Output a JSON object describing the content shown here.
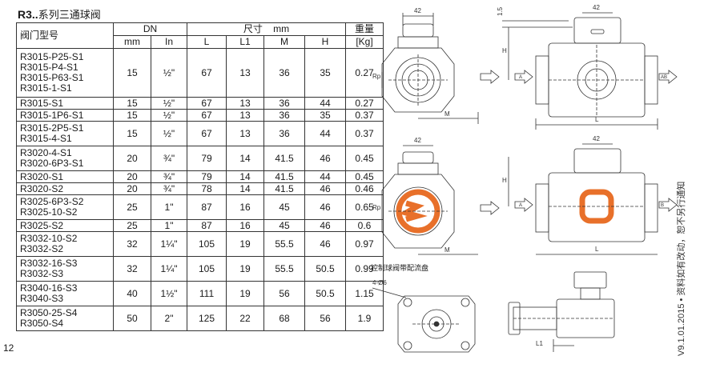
{
  "title": {
    "code": "R3..",
    "text": "系列三通球阀"
  },
  "page_number": "12",
  "side_note": "V9.1.01.2015 • 资料如有改动，恕不另行通知",
  "table": {
    "headers": {
      "model": "阀门型号",
      "dn": "DN",
      "size": "尺寸",
      "unit": "mm",
      "weight": "重量",
      "mm": "mm",
      "in": "In",
      "L": "L",
      "L1": "L1",
      "M": "M",
      "H": "H",
      "kg": "[Kg]"
    },
    "rows": [
      {
        "models": [
          "R3015-P25-S1",
          "R3015-P4-S1",
          "R3015-P63-S1",
          "R3015-1-S1"
        ],
        "mm": "15",
        "in": "½\"",
        "L": "67",
        "L1": "13",
        "M": "36",
        "H": "35",
        "kg": "0.27"
      },
      {
        "models": [
          "R3015-S1"
        ],
        "mm": "15",
        "in": "½\"",
        "L": "67",
        "L1": "13",
        "M": "36",
        "H": "44",
        "kg": "0.27"
      },
      {
        "models": [
          "R3015-1P6-S1"
        ],
        "mm": "15",
        "in": "½\"",
        "L": "67",
        "L1": "13",
        "M": "36",
        "H": "35",
        "kg": "0.37"
      },
      {
        "models": [
          "R3015-2P5-S1",
          "R3015-4-S1"
        ],
        "mm": "15",
        "in": "½\"",
        "L": "67",
        "L1": "13",
        "M": "36",
        "H": "44",
        "kg": "0.37"
      },
      {
        "models": [
          "R3020-4-S1",
          "R3020-6P3-S1"
        ],
        "mm": "20",
        "in": "¾\"",
        "L": "79",
        "L1": "14",
        "M": "41.5",
        "H": "46",
        "kg": "0.45"
      },
      {
        "models": [
          "R3020-S1"
        ],
        "mm": "20",
        "in": "¾\"",
        "L": "79",
        "L1": "14",
        "M": "41.5",
        "H": "44",
        "kg": "0.45"
      },
      {
        "models": [
          "R3020-S2"
        ],
        "mm": "20",
        "in": "¾\"",
        "L": "78",
        "L1": "14",
        "M": "41.5",
        "H": "46",
        "kg": "0.46"
      },
      {
        "models": [
          "R3025-6P3-S2",
          "R3025-10-S2"
        ],
        "mm": "25",
        "in": "1\"",
        "L": "87",
        "L1": "16",
        "M": "45",
        "H": "46",
        "kg": "0.65"
      },
      {
        "models": [
          "R3025-S2"
        ],
        "mm": "25",
        "in": "1\"",
        "L": "87",
        "L1": "16",
        "M": "45",
        "H": "46",
        "kg": "0.6"
      },
      {
        "models": [
          "R3032-10-S2",
          "R3032-S2"
        ],
        "mm": "32",
        "in": "1¼\"",
        "L": "105",
        "L1": "19",
        "M": "55.5",
        "H": "46",
        "kg": "0.97"
      },
      {
        "models": [
          "R3032-16-S3",
          "R3032-S3"
        ],
        "mm": "32",
        "in": "1¼\"",
        "L": "105",
        "L1": "19",
        "M": "55.5",
        "H": "50.5",
        "kg": "0.99"
      },
      {
        "models": [
          "R3040-16-S3",
          "R3040-S3"
        ],
        "mm": "40",
        "in": "1½\"",
        "L": "111",
        "L1": "19",
        "M": "56",
        "H": "50.5",
        "kg": "1.15"
      },
      {
        "models": [
          "R3050-25-S4",
          "R3050-S4"
        ],
        "mm": "50",
        "in": "2\"",
        "L": "125",
        "L1": "22",
        "M": "68",
        "H": "56",
        "kg": "1.9"
      }
    ]
  },
  "diagram": {
    "dim_42": "42",
    "dim_Rp": "Rp",
    "dim_M": "M",
    "dim_L": "L",
    "dim_H": "H",
    "dim_15": "1.5",
    "port_A": "A",
    "port_AB": "AB",
    "port_B": "B",
    "caption": "控制球阀带配流盘",
    "dim_4x6": "4-Ø6",
    "dim_L1": "L1",
    "accent": "#e8702a"
  }
}
